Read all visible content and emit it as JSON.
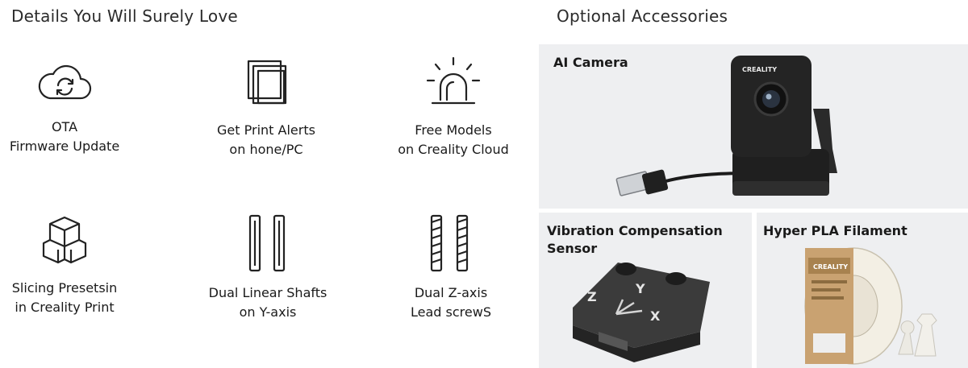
{
  "left_heading": "Details You Will Surely Love",
  "right_heading": "Optional Accessories",
  "features": [
    {
      "label": "OTA\nFirmware Update",
      "icon": "cloud-sync-icon"
    },
    {
      "label": "Get Print Alerts\non hone/PC",
      "icon": "layered-squares-icon"
    },
    {
      "label": "Free Models\non Creality Cloud",
      "icon": "alarm-light-icon"
    },
    {
      "label": "Slicing Presetsin\nin Creality Print",
      "icon": "cube-stack-icon"
    },
    {
      "label": "Dual Linear Shafts\non Y-axis",
      "icon": "linear-shafts-icon"
    },
    {
      "label": "Dual Z-axis\nLead screwS",
      "icon": "lead-screw-icon"
    }
  ],
  "accessories": [
    {
      "title": "AI Camera",
      "brand": "CREALITY"
    },
    {
      "title": "Vibration Compensation\nSensor",
      "axis_labels": [
        "Z",
        "Y",
        "X"
      ]
    },
    {
      "title": "Hyper PLA Filament",
      "brand": "CREALITY"
    }
  ]
}
